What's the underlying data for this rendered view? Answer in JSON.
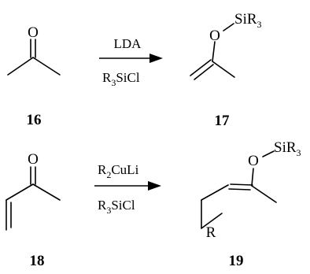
{
  "reactions": [
    {
      "starting_material": {
        "label": "16",
        "atoms": {
          "oxygen": "O"
        }
      },
      "arrow": {
        "reagent_above": "LDA",
        "reagent_below": {
          "prefix": "R",
          "subscript": "3",
          "suffix": "SiCl"
        }
      },
      "product": {
        "label": "17",
        "atoms": {
          "oxygen": "O",
          "silyl": {
            "prefix": "SiR",
            "subscript": "3"
          }
        }
      }
    },
    {
      "starting_material": {
        "label": "18",
        "atoms": {
          "oxygen": "O"
        }
      },
      "arrow": {
        "reagent_above": {
          "prefix": "R",
          "subscript": "2",
          "suffix": "CuLi"
        },
        "reagent_below": {
          "prefix": "R",
          "subscript": "3",
          "suffix": "SiCl"
        }
      },
      "product": {
        "label": "19",
        "atoms": {
          "oxygen": "O",
          "silyl": {
            "prefix": "SiR",
            "subscript": "3"
          },
          "r_group": "R"
        }
      }
    }
  ]
}
